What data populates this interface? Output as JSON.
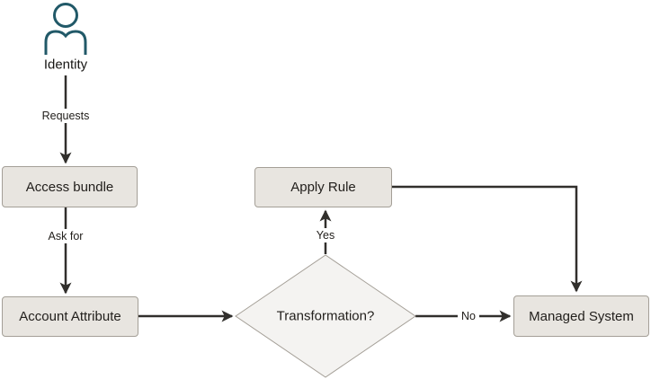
{
  "diagram": {
    "type": "flowchart",
    "nodes": {
      "identity": {
        "label": "Identity",
        "shape": "person-icon"
      },
      "access_bundle": {
        "label": "Access bundle",
        "shape": "rounded-rect"
      },
      "account_attribute": {
        "label": "Account Attribute",
        "shape": "rounded-rect"
      },
      "transformation": {
        "label": "Transformation?",
        "shape": "diamond"
      },
      "apply_rule": {
        "label": "Apply Rule",
        "shape": "rounded-rect"
      },
      "managed_system": {
        "label": "Managed System",
        "shape": "rounded-rect"
      }
    },
    "edges": [
      {
        "from": "identity",
        "to": "access_bundle",
        "label": "Requests"
      },
      {
        "from": "access_bundle",
        "to": "account_attribute",
        "label": "Ask for"
      },
      {
        "from": "account_attribute",
        "to": "transformation",
        "label": ""
      },
      {
        "from": "transformation",
        "to": "apply_rule",
        "label": "Yes"
      },
      {
        "from": "transformation",
        "to": "managed_system",
        "label": "No"
      },
      {
        "from": "apply_rule",
        "to": "managed_system",
        "label": ""
      }
    ],
    "edge_labels": {
      "requests": "Requests",
      "ask_for": "Ask for",
      "yes": "Yes",
      "no": "No"
    },
    "colors": {
      "background": "#ffffff",
      "box_fill": "#e8e5e0",
      "diamond_fill": "#f4f3f1",
      "shape_border": "#a49f97",
      "line": "#312f2c",
      "icon_teal": "#215968",
      "text": "#23201d"
    }
  }
}
